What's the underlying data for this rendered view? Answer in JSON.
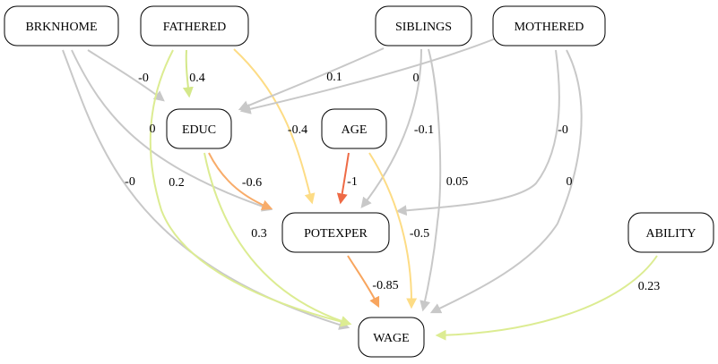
{
  "nodes": [
    {
      "id": "BRKNHOME",
      "label": "BRKNHOME"
    },
    {
      "id": "FATHERED",
      "label": "FATHERED"
    },
    {
      "id": "SIBLINGS",
      "label": "SIBLINGS"
    },
    {
      "id": "MOTHERED",
      "label": "MOTHERED"
    },
    {
      "id": "EDUC",
      "label": "EDUC"
    },
    {
      "id": "AGE",
      "label": "AGE"
    },
    {
      "id": "POTEXPER",
      "label": "POTEXPER"
    },
    {
      "id": "ABILITY",
      "label": "ABILITY"
    },
    {
      "id": "WAGE",
      "label": "WAGE"
    }
  ],
  "edges": [
    {
      "from": "BRKNHOME",
      "to": "EDUC",
      "weight": "-0",
      "color": "#c8c8c8"
    },
    {
      "from": "BRKNHOME",
      "to": "POTEXPER",
      "weight": "0.2",
      "color": "#c8c8c8"
    },
    {
      "from": "BRKNHOME",
      "to": "WAGE",
      "weight": "-0",
      "color": "#c8c8c8"
    },
    {
      "from": "FATHERED",
      "to": "EDUC",
      "weight": "0.4",
      "color": "#d4e88a"
    },
    {
      "from": "FATHERED",
      "to": "POTEXPER",
      "weight": "-0.4",
      "color": "#fddc85"
    },
    {
      "from": "FATHERED",
      "to": "WAGE",
      "weight": "0",
      "color": "#dcec92"
    },
    {
      "from": "SIBLINGS",
      "to": "EDUC",
      "weight": "0.1",
      "color": "#c8c8c8"
    },
    {
      "from": "SIBLINGS",
      "to": "POTEXPER",
      "weight": "-0.1",
      "color": "#c8c8c8"
    },
    {
      "from": "SIBLINGS",
      "to": "WAGE",
      "weight": "0.05",
      "color": "#c8c8c8"
    },
    {
      "from": "MOTHERED",
      "to": "EDUC",
      "weight": "0",
      "color": "#c8c8c8"
    },
    {
      "from": "MOTHERED",
      "to": "POTEXPER",
      "weight": "-0",
      "color": "#c8c8c8"
    },
    {
      "from": "MOTHERED",
      "to": "WAGE",
      "weight": "0",
      "color": "#c8c8c8"
    },
    {
      "from": "EDUC",
      "to": "POTEXPER",
      "weight": "-0.6",
      "color": "#f8ac6a"
    },
    {
      "from": "EDUC",
      "to": "WAGE",
      "weight": "0.3",
      "color": "#dcec92"
    },
    {
      "from": "AGE",
      "to": "POTEXPER",
      "weight": "-1",
      "color": "#ee6a45"
    },
    {
      "from": "AGE",
      "to": "WAGE",
      "weight": "-0.5",
      "color": "#fddc85"
    },
    {
      "from": "POTEXPER",
      "to": "WAGE",
      "weight": "-0.85",
      "color": "#f8a55e"
    },
    {
      "from": "ABILITY",
      "to": "WAGE",
      "weight": "0.23",
      "color": "#dcec92"
    }
  ]
}
